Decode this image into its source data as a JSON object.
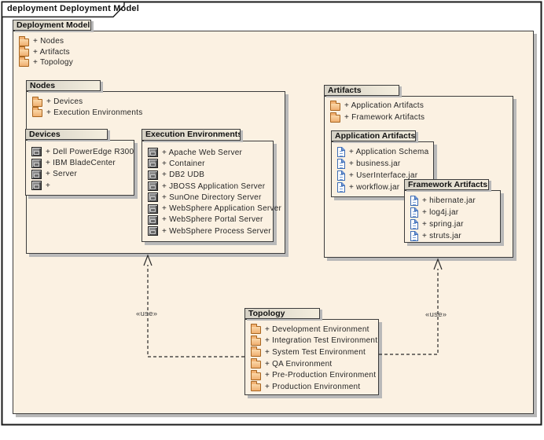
{
  "frame": {
    "label": "deployment Deployment Model"
  },
  "connectors": {
    "left_label": "«use»",
    "right_label": "«use»"
  },
  "packages": {
    "deployment_model": {
      "title": "Deployment Model",
      "items": [
        "+ Nodes",
        "+ Artifacts",
        "+ Topology"
      ]
    },
    "nodes": {
      "title": "Nodes",
      "items": [
        "+ Devices",
        "+ Execution Environments"
      ]
    },
    "devices": {
      "title": "Devices",
      "items": [
        "+ Dell PowerEdge R300",
        "+ IBM BladeCenter",
        "+ Server",
        "+"
      ]
    },
    "execution_environments": {
      "title": "Execution Environments",
      "items": [
        "+ Apache Web Server",
        "+ Container",
        "+ DB2 UDB",
        "+ JBOSS Application Server",
        "+ SunOne Directory Server",
        "+ WebSphere Application Server",
        "+ WebSphere Portal Server",
        "+ WebSphere Process Server"
      ]
    },
    "artifacts": {
      "title": "Artifacts",
      "items": [
        "+ Application Artifacts",
        "+ Framework Artifacts"
      ]
    },
    "application_artifacts": {
      "title": "Application Artifacts",
      "items": [
        "+ Application Schema",
        "+ business.jar",
        "+ UserInterface.jar",
        "+ workflow.jar"
      ]
    },
    "framework_artifacts": {
      "title": "Framework Artifacts",
      "items": [
        "+ hibernate.jar",
        "+ log4j.jar",
        "+ spring.jar",
        "+ struts.jar"
      ]
    },
    "topology": {
      "title": "Topology",
      "items": [
        "+ Development Environment",
        "+ Integration Test Environment",
        "+ System Test Environment",
        "+ QA Environment",
        "+ Pre-Production Environment",
        "+ Production Environment"
      ]
    }
  },
  "colors": {
    "package_fill": "#FBF1E2",
    "tab_gradient_start": "#D5D1C5",
    "tab_gradient_end": "#F4EEDE",
    "border": "#3C3C3C",
    "shadow": "#B9B9B9",
    "folder_fill": "#F5C48E",
    "folder_border": "#A8651F",
    "artifact_blue": "#3E6DB5",
    "node_gray": "#8C8C8C",
    "frame_border": "#1A1A1A"
  }
}
